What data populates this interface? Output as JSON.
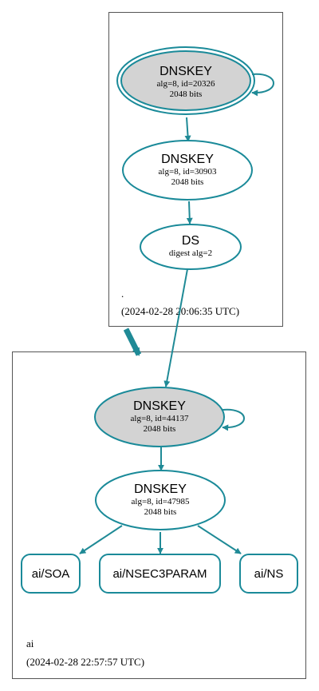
{
  "colors": {
    "edge": "#1f8a96",
    "node_stroke": "#1a8a99",
    "key_fill_grey": "#d3d3d3",
    "box_stroke": "#555555",
    "text": "#000000"
  },
  "zones": [
    {
      "name": ".",
      "timestamp": "(2024-02-28 20:06:35 UTC)"
    },
    {
      "name": "ai",
      "timestamp": "(2024-02-28 22:57:57 UTC)"
    }
  ],
  "nodes": {
    "root_ksk": {
      "title": "DNSKEY",
      "line1": "alg=8, id=20326",
      "line2": "2048 bits"
    },
    "root_zsk": {
      "title": "DNSKEY",
      "line1": "alg=8, id=30903",
      "line2": "2048 bits"
    },
    "ds": {
      "title": "DS",
      "line1": "digest alg=2"
    },
    "ai_ksk": {
      "title": "DNSKEY",
      "line1": "alg=8, id=44137",
      "line2": "2048 bits"
    },
    "ai_zsk": {
      "title": "DNSKEY",
      "line1": "alg=8, id=47985",
      "line2": "2048 bits"
    },
    "rr_soa": {
      "title": "ai/SOA"
    },
    "rr_nsec3param": {
      "title": "ai/NSEC3PARAM"
    },
    "rr_ns": {
      "title": "ai/NS"
    }
  }
}
